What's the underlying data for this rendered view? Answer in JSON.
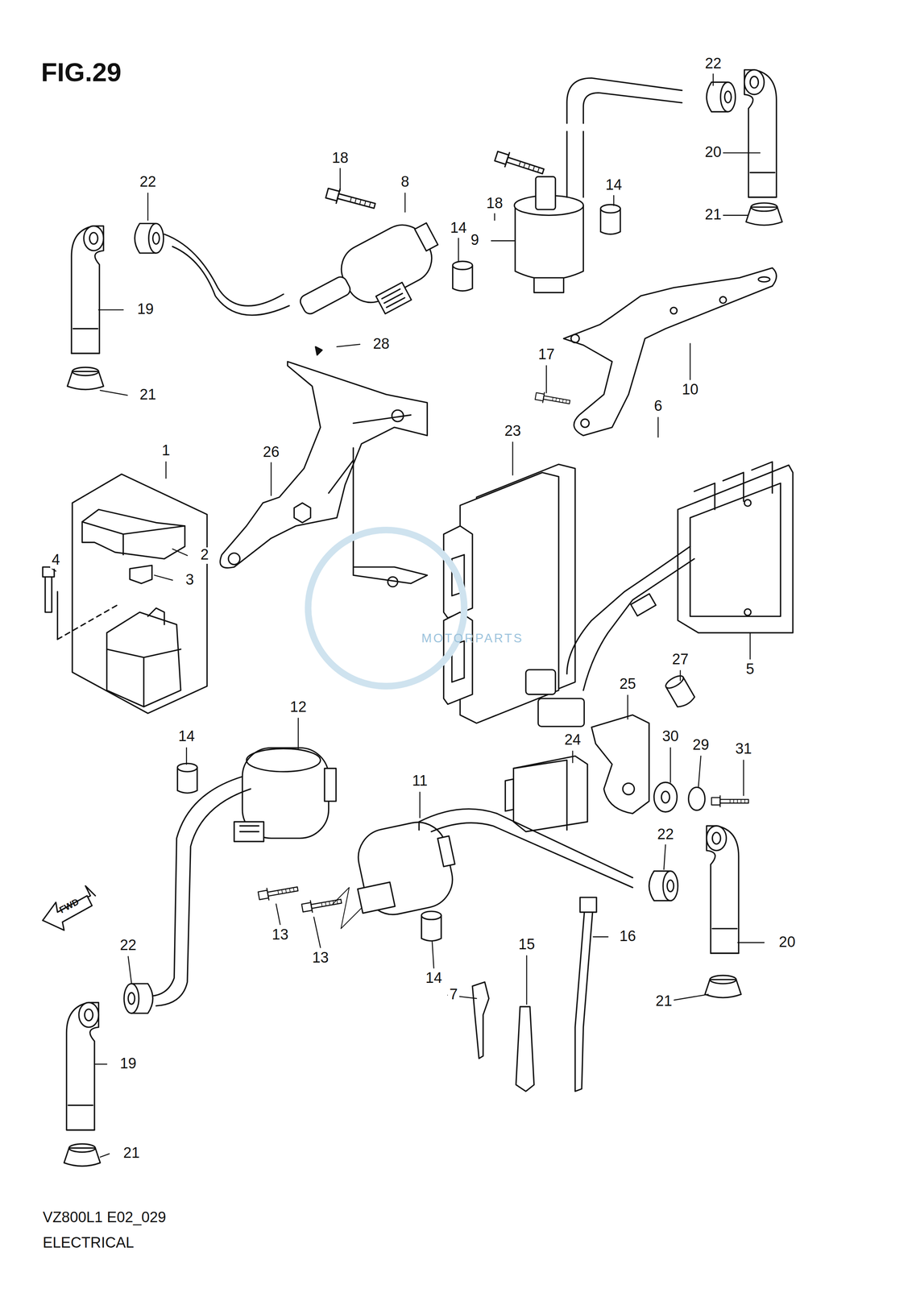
{
  "diagram": {
    "title": "FIG.29",
    "labels": [
      "22",
      "18",
      "8",
      "22",
      "18",
      "14",
      "20",
      "21",
      "14",
      "9",
      "19",
      "28",
      "17",
      "10",
      "21",
      "23",
      "6",
      "1",
      "26",
      "4",
      "2",
      "3",
      "5",
      "27",
      "25",
      "12",
      "14",
      "30",
      "29",
      "31",
      "24",
      "11",
      "22",
      "13",
      "13",
      "22",
      "14",
      "15",
      "16",
      "20",
      "7",
      "21",
      "19",
      "21",
      "FWD",
      "VZ800L1 E02_029",
      "ELECTRICAL",
      "MOTORPARTS"
    ]
  }
}
